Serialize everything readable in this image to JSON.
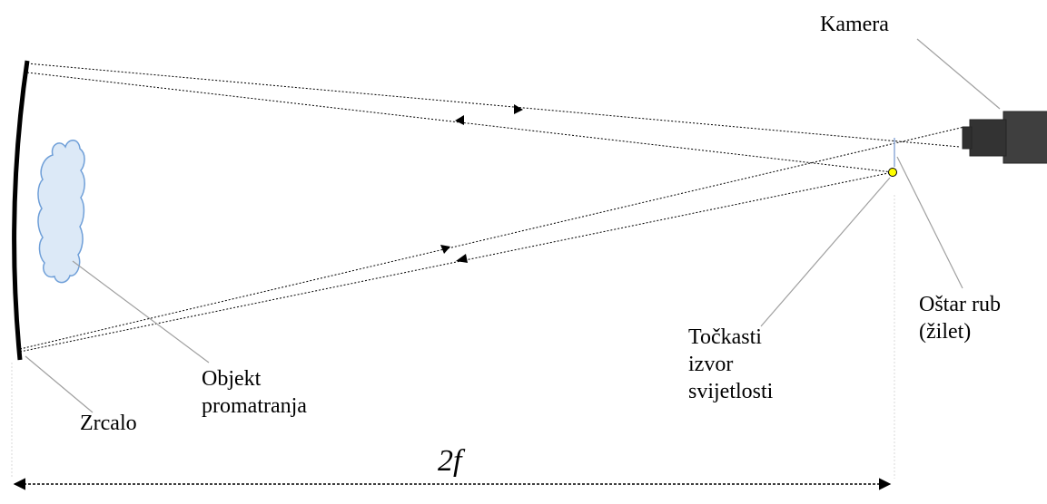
{
  "labels": {
    "camera": "Kamera",
    "mirror": "Zrcalo",
    "object_line1": "Objekt",
    "object_line2": "promatranja",
    "source_line1": "Točkasti",
    "source_line2": "izvor",
    "source_line3": "svijetlosti",
    "edge_line1": "Oštar rub",
    "edge_line2": "(žilet)",
    "distance": "2f"
  },
  "colors": {
    "mirror": "#000000",
    "ray": "#000000",
    "leader_line": "#a0a0a0",
    "camera_body": "#3f3f3f",
    "camera_lens": "#303030",
    "light_source": "#ffff00",
    "object_fill": "#dce9f7",
    "object_stroke": "#6f9fd8"
  },
  "icons": {
    "camera": "camera-icon",
    "light_source": "point-light-source-icon",
    "object": "cloud-object-icon"
  }
}
